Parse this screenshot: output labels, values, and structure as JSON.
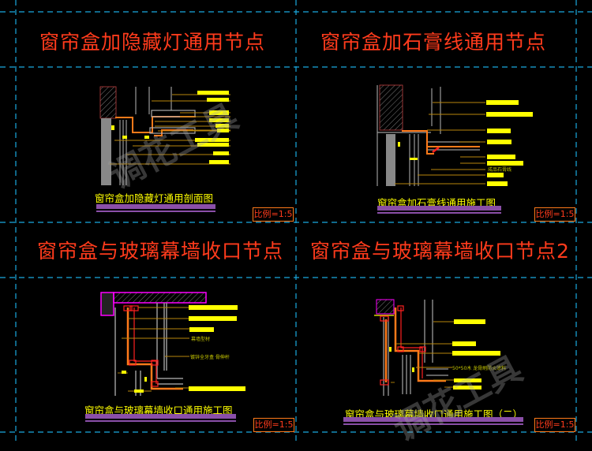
{
  "panels": [
    {
      "title": "窗帘盒加隐藏灯通用节点",
      "caption": "窗帘盒加隐藏灯通用剖面图",
      "scale": "比例=1:5"
    },
    {
      "title": "窗帘盒加石膏线通用节点",
      "caption": "窗帘盒加石膏线通用施工图",
      "scale": "比例=1:5",
      "labels": [
        "成品石膏线"
      ]
    },
    {
      "title": "窗帘盒与玻璃幕墙收口节点",
      "caption": "窗帘盒与玻璃幕墙收口通用施工图",
      "scale": "比例=1:5",
      "labels": [
        "幕墙型材",
        "镀锌全牙盒 骨伸杆"
      ]
    },
    {
      "title": "窗帘盒与玻璃幕墙收口节点2",
      "caption": "窗帘盒与玻璃幕墙收口通用施工图（二）",
      "scale": "比例=1:5",
      "labels": [
        "50*50木 龙骨刷防火涂料"
      ]
    }
  ],
  "watermark": "调花工具",
  "colors": {
    "background": "#000000",
    "grid": "#1aa9e0",
    "title": "#ff3b1c",
    "caption": "#ffff00",
    "bar": "#8a4fa8",
    "leader": "#b8860b",
    "orange": "#ff7a1a"
  }
}
